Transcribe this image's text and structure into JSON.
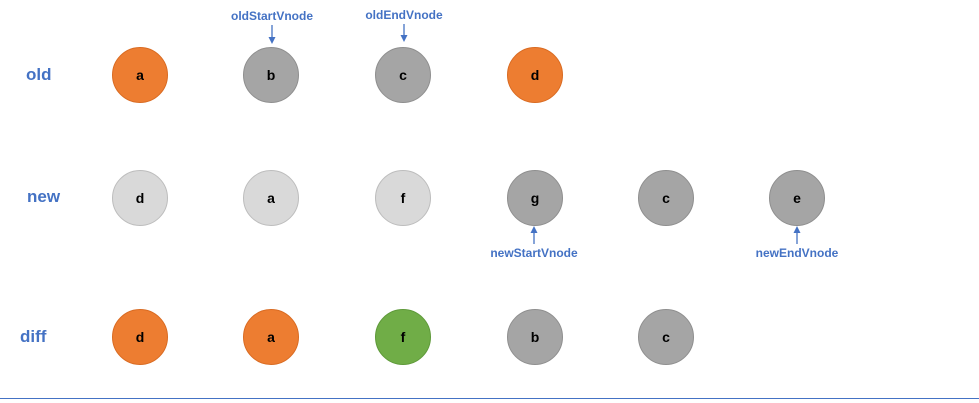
{
  "colors": {
    "label": "#4472c4",
    "orange": {
      "fill": "#ed7d31",
      "stroke": "#d96b22"
    },
    "gray": {
      "fill": "#a5a5a5",
      "stroke": "#8f8f8f"
    },
    "light": {
      "fill": "#d9d9d9",
      "stroke": "#bdbdbd"
    },
    "green": {
      "fill": "#70ad47",
      "stroke": "#5f9a3a"
    }
  },
  "rows": {
    "old": {
      "label": "old",
      "nodes": [
        {
          "text": "a",
          "color": "orange"
        },
        {
          "text": "b",
          "color": "gray"
        },
        {
          "text": "c",
          "color": "gray"
        },
        {
          "text": "d",
          "color": "orange"
        }
      ]
    },
    "new": {
      "label": "new",
      "nodes": [
        {
          "text": "d",
          "color": "light"
        },
        {
          "text": "a",
          "color": "light"
        },
        {
          "text": "f",
          "color": "light"
        },
        {
          "text": "g",
          "color": "gray"
        },
        {
          "text": "c",
          "color": "gray"
        },
        {
          "text": "e",
          "color": "gray"
        }
      ]
    },
    "diff": {
      "label": "diff",
      "nodes": [
        {
          "text": "d",
          "color": "orange"
        },
        {
          "text": "a",
          "color": "orange"
        },
        {
          "text": "f",
          "color": "green"
        },
        {
          "text": "b",
          "color": "gray"
        },
        {
          "text": "c",
          "color": "gray"
        }
      ]
    }
  },
  "pointers": {
    "old_start": {
      "text": "oldStartVnode",
      "row": "old",
      "index": 1,
      "position": "above"
    },
    "old_end": {
      "text": "oldEndVnode",
      "row": "old",
      "index": 2,
      "position": "above"
    },
    "new_start": {
      "text": "newStartVnode",
      "row": "new",
      "index": 3,
      "position": "below"
    },
    "new_end": {
      "text": "newEndVnode",
      "row": "new",
      "index": 5,
      "position": "below"
    }
  }
}
